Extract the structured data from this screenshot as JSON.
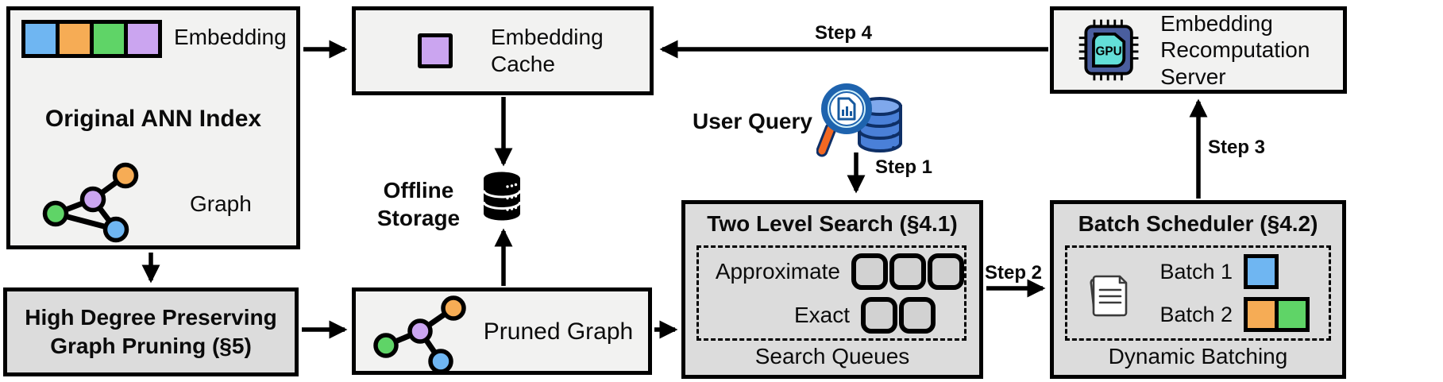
{
  "colors": {
    "blue": "#6FB6F2",
    "orange": "#F6AC55",
    "green": "#5FD467",
    "purple": "#CBA5F0",
    "box_light": "#F2F2F1",
    "box_gray": "#DCDCDC",
    "queue_fill": "#D2D2D2",
    "line": "#000000",
    "chip_body": "#4A5E9E",
    "chip_screen": "#63DFD8",
    "handle_orange": "#F26822",
    "db_blue": "#4A80D8",
    "db_blue_top": "#7FA8EC",
    "glass_fill": "#CFEFFA",
    "glass_rim": "#1E63AE"
  },
  "ann_index": {
    "title": "Original ANN Index",
    "embedding_label": "Embedding",
    "graph_label": "Graph",
    "embedding_cell_colors": [
      "blue",
      "orange",
      "green",
      "purple"
    ]
  },
  "graph_pruning": {
    "title": "High Degree Preserving Graph Pruning (§5)"
  },
  "embedding_cache": {
    "title": "Embedding Cache"
  },
  "offline_storage": {
    "label": "Offline Storage"
  },
  "pruned_graph": {
    "label": "Pruned Graph"
  },
  "user_query": {
    "label": "User Query"
  },
  "steps": {
    "step1": "Step 1",
    "step2": "Step 2",
    "step3": "Step 3",
    "step4": "Step 4"
  },
  "two_level_search": {
    "title": "Two Level Search (§4.1)",
    "approximate_label": "Approximate",
    "exact_label": "Exact",
    "approximate_queue_count": 3,
    "exact_queue_count": 2,
    "footer": "Search Queues"
  },
  "batch_scheduler": {
    "title": "Batch Scheduler (§4.2)",
    "batch1_label": "Batch 1",
    "batch2_label": "Batch 2",
    "batch1_colors": [
      "blue"
    ],
    "batch2_colors": [
      "orange",
      "green"
    ],
    "footer": "Dynamic Batching"
  },
  "recomputation_server": {
    "title": "Embedding Recomputation Server",
    "chip_label": "GPU"
  }
}
